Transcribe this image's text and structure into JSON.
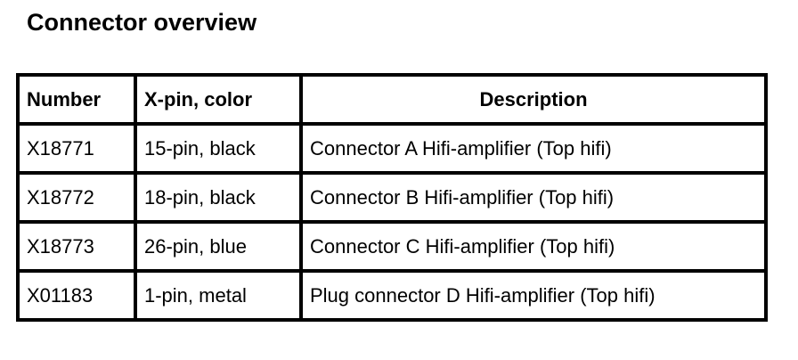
{
  "page": {
    "title": "Connector overview",
    "background_color": "#ffffff",
    "text_color": "#000000",
    "border_color": "#000000"
  },
  "table": {
    "columns": [
      {
        "key": "number",
        "label": "Number",
        "align": "left"
      },
      {
        "key": "xpin",
        "label": "X-pin, color",
        "align": "left"
      },
      {
        "key": "description",
        "label": "Description",
        "align": "center"
      }
    ],
    "rows": [
      {
        "number": "X18771",
        "xpin": "15-pin, black",
        "description": "Connector A Hifi-amplifier (Top hifi)"
      },
      {
        "number": "X18772",
        "xpin": "18-pin, black",
        "description": "Connector B Hifi-amplifier (Top hifi)"
      },
      {
        "number": "X18773",
        "xpin": "26-pin, blue",
        "description": "Connector C Hifi-amplifier (Top hifi)"
      },
      {
        "number": "X01183",
        "xpin": "1-pin, metal",
        "description": "Plug connector D Hifi-amplifier (Top hifi)"
      }
    ]
  }
}
